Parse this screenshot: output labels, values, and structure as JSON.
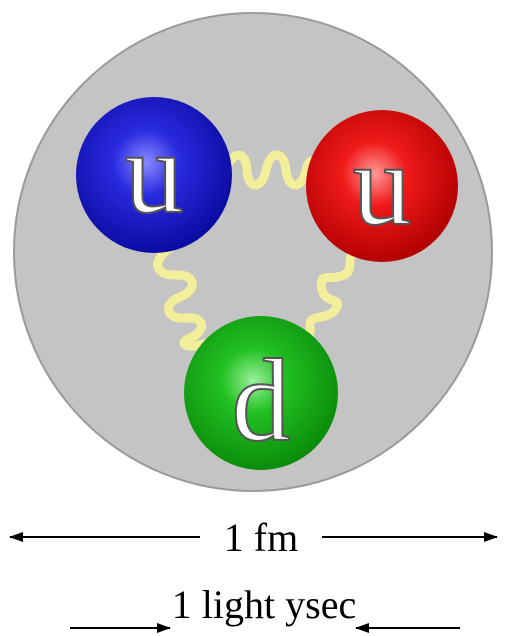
{
  "diagram": {
    "quarks": [
      {
        "id": "up-left",
        "label": "u",
        "color": "#1010c8"
      },
      {
        "id": "up-right",
        "label": "u",
        "color": "#e01010"
      },
      {
        "id": "down",
        "label": "d",
        "color": "#18a818"
      }
    ],
    "gluon_color": "#f2ee9a",
    "proton_color": "#c4c4c4",
    "scale_fm": "1 fm",
    "scale_light": "1 light ysec"
  }
}
